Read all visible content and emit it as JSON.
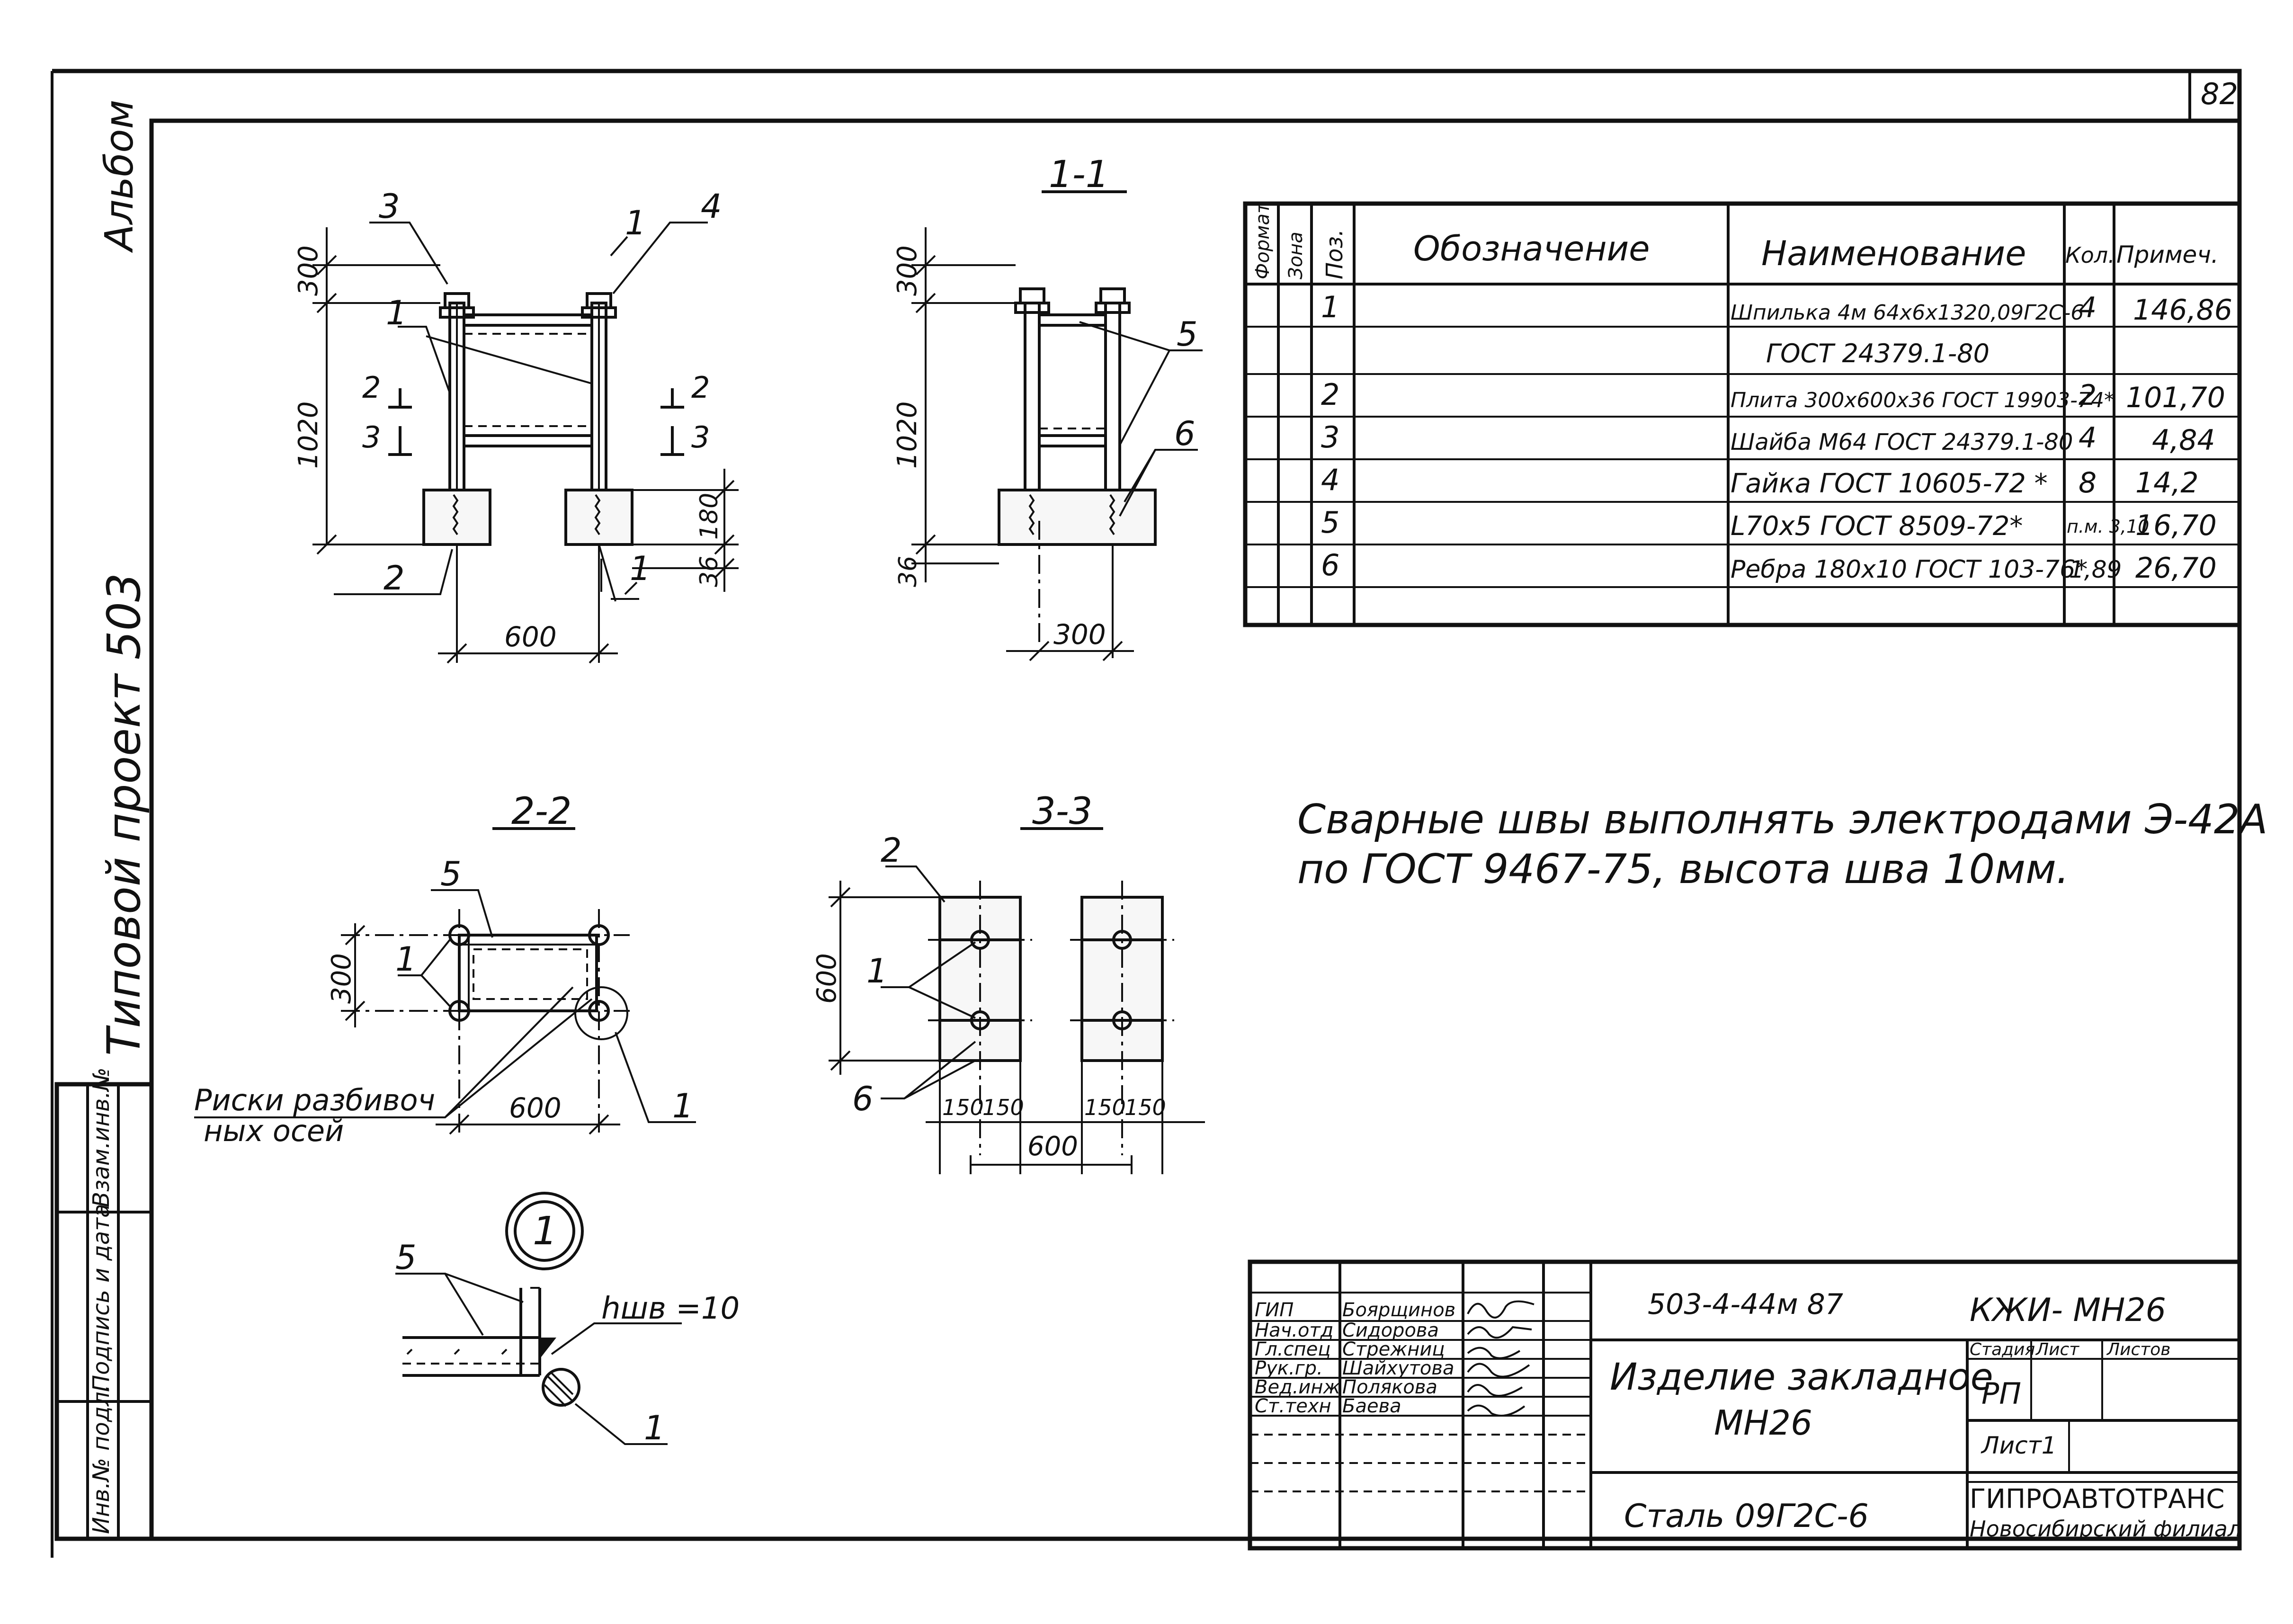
{
  "sheet": {
    "page_number": "82",
    "side_album": "Альбом",
    "side_project": "Типовой проект 503",
    "side_stamp": [
      "Инв.№ подл.",
      "Подпись и дата",
      "Взам.инв.№"
    ]
  },
  "view_main": {
    "pos": [
      "3",
      "4",
      "1",
      "1",
      "2",
      "1"
    ],
    "cuts": [
      "2",
      "2",
      "3",
      "3"
    ],
    "dims": [
      "300",
      "1020",
      "180",
      "36",
      "600"
    ]
  },
  "view_11": {
    "title": "1-1",
    "pos": [
      "5",
      "6"
    ],
    "dims": [
      "300",
      "1020",
      "36",
      "300"
    ]
  },
  "view_22": {
    "title": "2-2",
    "pos": [
      "5",
      "1",
      "1"
    ],
    "dims": [
      "300",
      "600"
    ],
    "label_line1": "Риски разбивоч",
    "label_line2": "ных осей"
  },
  "view_33": {
    "title": "3-3",
    "pos": [
      "2",
      "1",
      "6"
    ],
    "dims": [
      "600",
      "150",
      "150",
      "150",
      "150",
      "600"
    ]
  },
  "detail1": {
    "mark": "1",
    "pos": [
      "5",
      "1"
    ],
    "weld": "hшв =10"
  },
  "spec": {
    "headers": [
      "Формат",
      "Зона",
      "Поз.",
      "Обозначение",
      "Наименование",
      "Кол.",
      "Примеч."
    ],
    "rows": [
      {
        "pos": "1",
        "name": "Шпилька 4м 64х6х1320,09Г2С-6",
        "qty": "4",
        "note": "146,86"
      },
      {
        "pos": "",
        "name": "ГОСТ 24379.1-80",
        "qty": "",
        "note": ""
      },
      {
        "pos": "2",
        "name": "Плита 300х600х36 ГОСТ 19903-74*",
        "qty": "2",
        "note": "101,70"
      },
      {
        "pos": "3",
        "name": "Шайба М64 ГОСТ 24379.1-80",
        "qty": "4",
        "note": "4,84"
      },
      {
        "pos": "4",
        "name": "Гайка ГОСТ 10605-72 *",
        "qty": "8",
        "note": "14,2"
      },
      {
        "pos": "5",
        "name": "L70х5 ГОСТ 8509-72*",
        "qty": "п.м. 3,10",
        "note": "16,70"
      },
      {
        "pos": "6",
        "name": "Ребра 180х10 ГОСТ 103-76*",
        "qty": "1,89",
        "note": "26,70"
      },
      {
        "pos": "",
        "name": "",
        "qty": "",
        "note": ""
      }
    ]
  },
  "note": {
    "line1": "Сварные швы выполнять электродами Э-42А",
    "line2": "по ГОСТ 9467-75, высота шва 10мм."
  },
  "titleblock": {
    "roles": [
      "ГИП",
      "Нач.отд",
      "Гл.спец",
      "Рук.гр.",
      "Вед.инж",
      "Ст.техн"
    ],
    "names": [
      "Боярщинов",
      "Сидорова",
      "Стрежниц",
      "Шайхутова",
      "Полякова",
      "Баева"
    ],
    "designation": "503-4-44м 87",
    "code": "КЖИ- МН26",
    "title_line1": "Изделие закладное",
    "title_line2": "МН26",
    "stage_h": "Стадия",
    "sheet_h": "Лист",
    "sheets_h": "Листов",
    "stage": "РП",
    "sheet_label": "Лист1",
    "material": "Сталь 09Г2С-6",
    "org1": "ГИПРОАВТОТРАНС",
    "org2": "Новосибирский филиал"
  }
}
